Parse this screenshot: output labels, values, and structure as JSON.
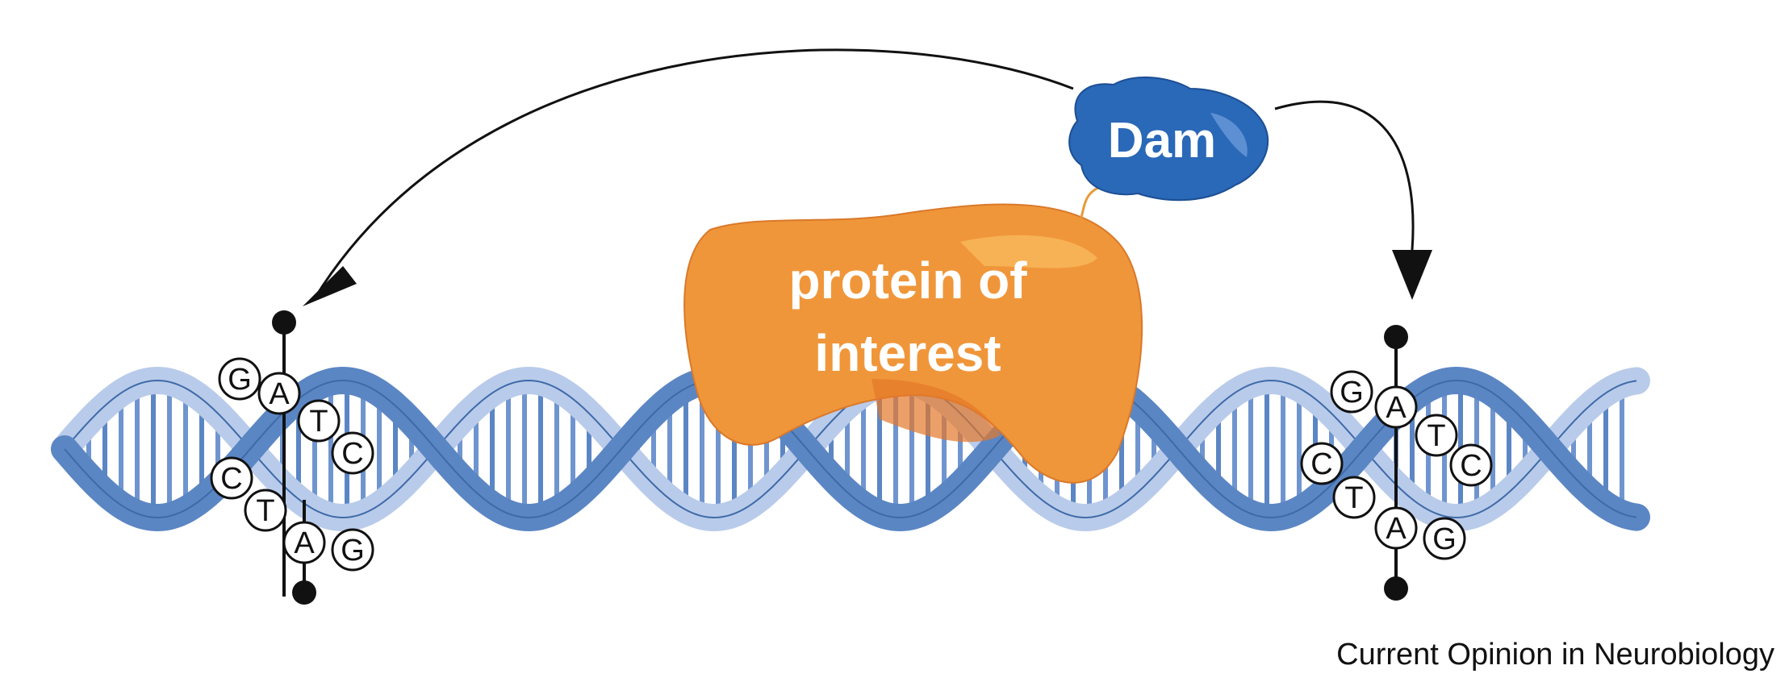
{
  "dam_label": "Dam",
  "protein_label": [
    "protein of",
    "interest"
  ],
  "left_site": {
    "top_strand": [
      "G",
      "A",
      "T",
      "C"
    ],
    "bottom_strand": [
      "C",
      "T",
      "A",
      "G"
    ]
  },
  "right_site": {
    "top_strand": [
      "G",
      "A",
      "T",
      "C"
    ],
    "bottom_strand": [
      "C",
      "T",
      "A",
      "G"
    ]
  },
  "source": "Current Opinion in Neurobiology",
  "colors": {
    "dna_dark": "#5b86c4",
    "dna_light": "#b9cbea",
    "dam": "#2a68b8",
    "protein": "#f0963a",
    "arrow": "#111111"
  }
}
